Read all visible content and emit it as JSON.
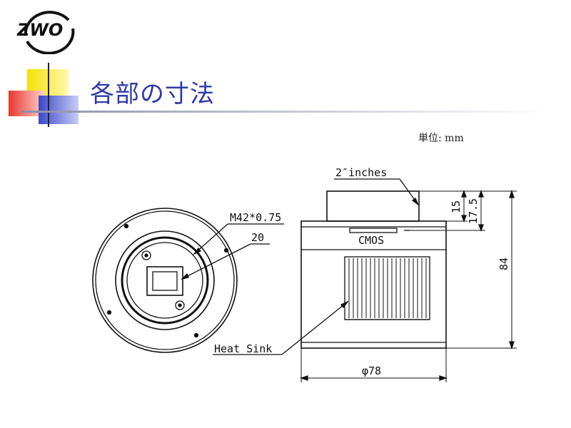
{
  "logo": {
    "text": "ZWO",
    "icon": "zwo-logo-icon"
  },
  "slide": {
    "title": "各部の寸法",
    "unit_label": "単位: mm",
    "accent_colors": {
      "yellow": "#f3e000",
      "red": "#e8382e",
      "blue": "#3a48c8",
      "title": "#2f3aa8"
    }
  },
  "drawing": {
    "labels": {
      "thread": "M42*0.75",
      "aperture": "20",
      "inches": "2″inches",
      "cmos": "CMOS",
      "dim_15": "15",
      "dim_17_5": "17.5",
      "dim_84": "84",
      "heat_sink": "Heat Sink",
      "diameter": "φ78"
    }
  }
}
